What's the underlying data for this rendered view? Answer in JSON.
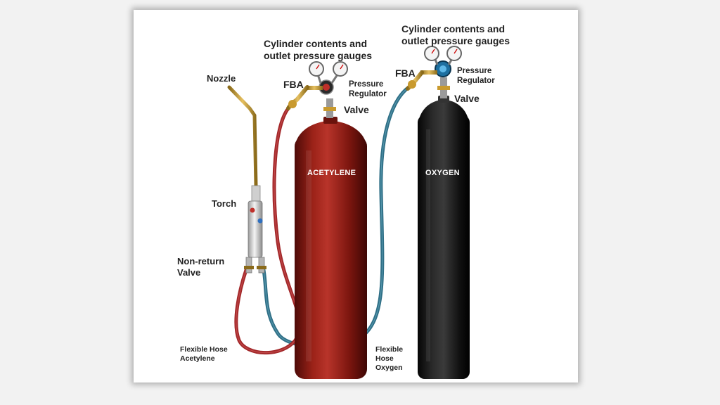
{
  "labels": {
    "gauges_left_line1": "Cylinder contents and",
    "gauges_left_line2": "outlet pressure gauges",
    "gauges_right_line1": "Cylinder contents and",
    "gauges_right_line2": "outlet pressure gauges",
    "nozzle": "Nozzle",
    "fba_left": "FBA",
    "fba_right": "FBA",
    "regulator_left_line1": "Pressure",
    "regulator_left_line2": "Regulator",
    "regulator_right_line1": "Pressure",
    "regulator_right_line2": "Regulator",
    "valve_left": "Valve",
    "valve_right": "Valve",
    "torch": "Torch",
    "non_return_line1": "Non-return",
    "non_return_line2": "Valve",
    "hose_acetylene_line1": "Flexible Hose",
    "hose_acetylene_line2": "Acetylene",
    "hose_oxygen_line1": "Flexible",
    "hose_oxygen_line2": "Hose",
    "hose_oxygen_line3": "Oxygen",
    "cylinder_acetylene": "ACETYLENE",
    "cylinder_oxygen": "OXYGEN"
  },
  "colors": {
    "acetylene_cylinder": "#8e1b14",
    "oxygen_cylinder": "#151515",
    "acetylene_hose": "#a3282a",
    "oxygen_hose": "#2f6f86",
    "brass": "#c99a2e"
  }
}
